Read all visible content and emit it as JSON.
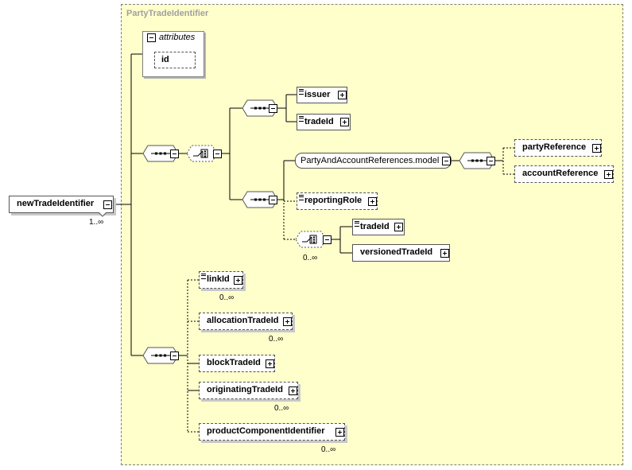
{
  "type_name": "PartyTradeIdentifier",
  "attributes": {
    "title": "attributes",
    "items": [
      "id"
    ]
  },
  "root": {
    "label": "newTradeIdentifier",
    "cardinality": "1..∞"
  },
  "first_choice": {
    "seq1": [
      "issuer",
      "tradeId"
    ],
    "seq2": {
      "model": "PartyAndAccountReferences.model",
      "model_children": [
        "partyReference",
        "accountReference"
      ],
      "reporting_role": "reportingRole",
      "inner_choice": {
        "cardinality": "0..∞",
        "children": [
          "tradeId",
          "versionedTradeId"
        ]
      }
    }
  },
  "trailing_sequence": [
    {
      "label": "linkId",
      "cardinality": "0..∞"
    },
    {
      "label": "allocationTradeId",
      "cardinality": "0..∞"
    },
    {
      "label": "blockTradeId",
      "cardinality": ""
    },
    {
      "label": "originatingTradeId",
      "cardinality": "0..∞"
    },
    {
      "label": "productComponentIdentifier",
      "cardinality": "0..∞"
    }
  ],
  "icons": {
    "expand": "plus-box-icon",
    "collapse": "minus-box-icon",
    "sequence": "sequence-icon",
    "choice": "choice-icon"
  },
  "colors": {
    "type_background": "#ffffcc",
    "border": "#555555",
    "type_title": "#a0a0a0"
  }
}
